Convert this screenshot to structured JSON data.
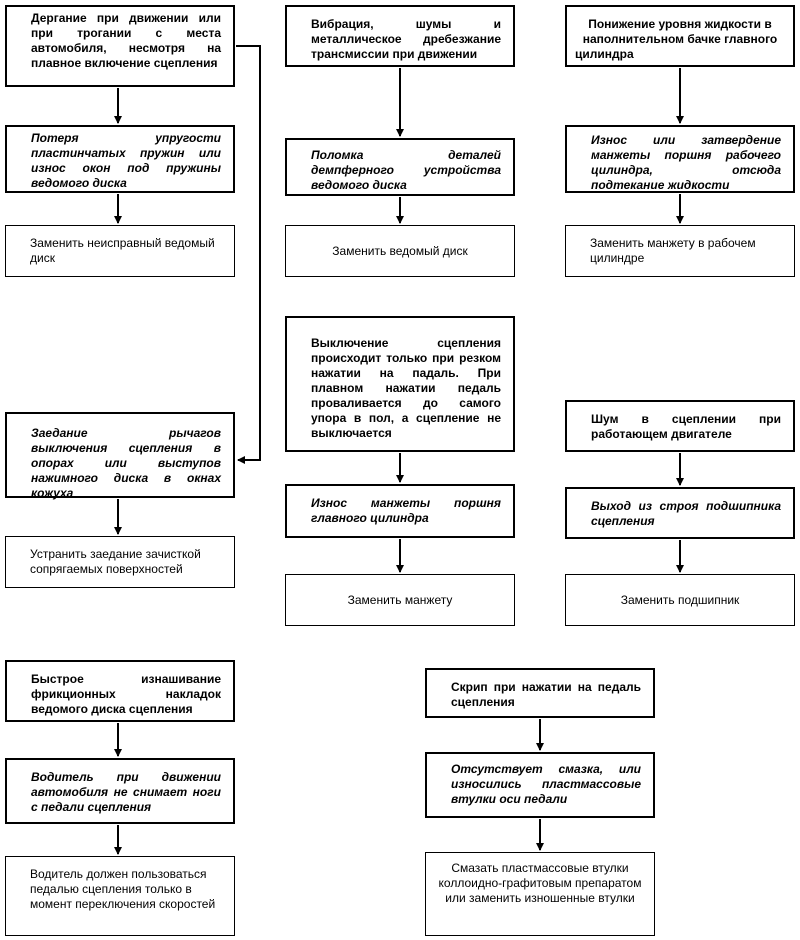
{
  "diagram": {
    "columns": [
      {
        "chains": [
          {
            "symptom": "Дергание при движении или при трогании с места автомобиля, несмотря на плавное включение сцепления",
            "cause": "Потеря упругости пластинчатых пружин или износ окон под пружины ведомого диска",
            "fix": "Заменить неисправный ведомый диск"
          },
          {
            "cause": "Заедание рычагов выключения сцепления в опорах или выступов нажимного диска в окнах кожуха",
            "fix": "Устранить заедание зачисткой сопрягаемых поверхностей"
          },
          {
            "symptom": "Быстрое изнашивание фрикционных накладок ведомого диска сцепления",
            "cause": "Водитель при движении автомобиля не снимает ноги с педали сцепления",
            "fix": "Водитель должен пользоваться педалью сцепления только в момент переключения скоростей"
          }
        ]
      },
      {
        "chains": [
          {
            "symptom": "Вибрация, шумы и металлическое дребезжание трансмиссии при движении",
            "cause": "Поломка деталей демпферного устройства ведомого диска",
            "fix": "Заменить ведомый диск"
          },
          {
            "symptom": "Выключение сцепления происходит только при резком нажатии на падаль. При плавном нажатии педаль проваливается до самого упора в пол, а сцепление не выключается",
            "cause": "Износ манжеты поршня главного цилиндра",
            "fix": "Заменить манжету"
          },
          {
            "symptom": "Скрип при нажатии на педаль сцепления",
            "cause": "Отсутствует смазка, или износились пластмассовые втулки оси педали",
            "fix": "Смазать пластмассовые втулки коллоидно-графитовым препаратом или заменить изношенные втулки"
          }
        ]
      },
      {
        "chains": [
          {
            "symptom": "Понижение уровня жидкости в наполнительном бачке главного цилиндра",
            "cause": "Износ или затвердение манжеты поршня рабочего цилиндра, отсюда подтекание жидкости",
            "fix": "Заменить манжету в рабочем цилиндре"
          },
          {
            "symptom": "Шум в сцеплении при работающем двигателе",
            "cause": "Выход из строя подшипника сцепления",
            "fix": "Заменить подшипник"
          }
        ]
      }
    ]
  }
}
